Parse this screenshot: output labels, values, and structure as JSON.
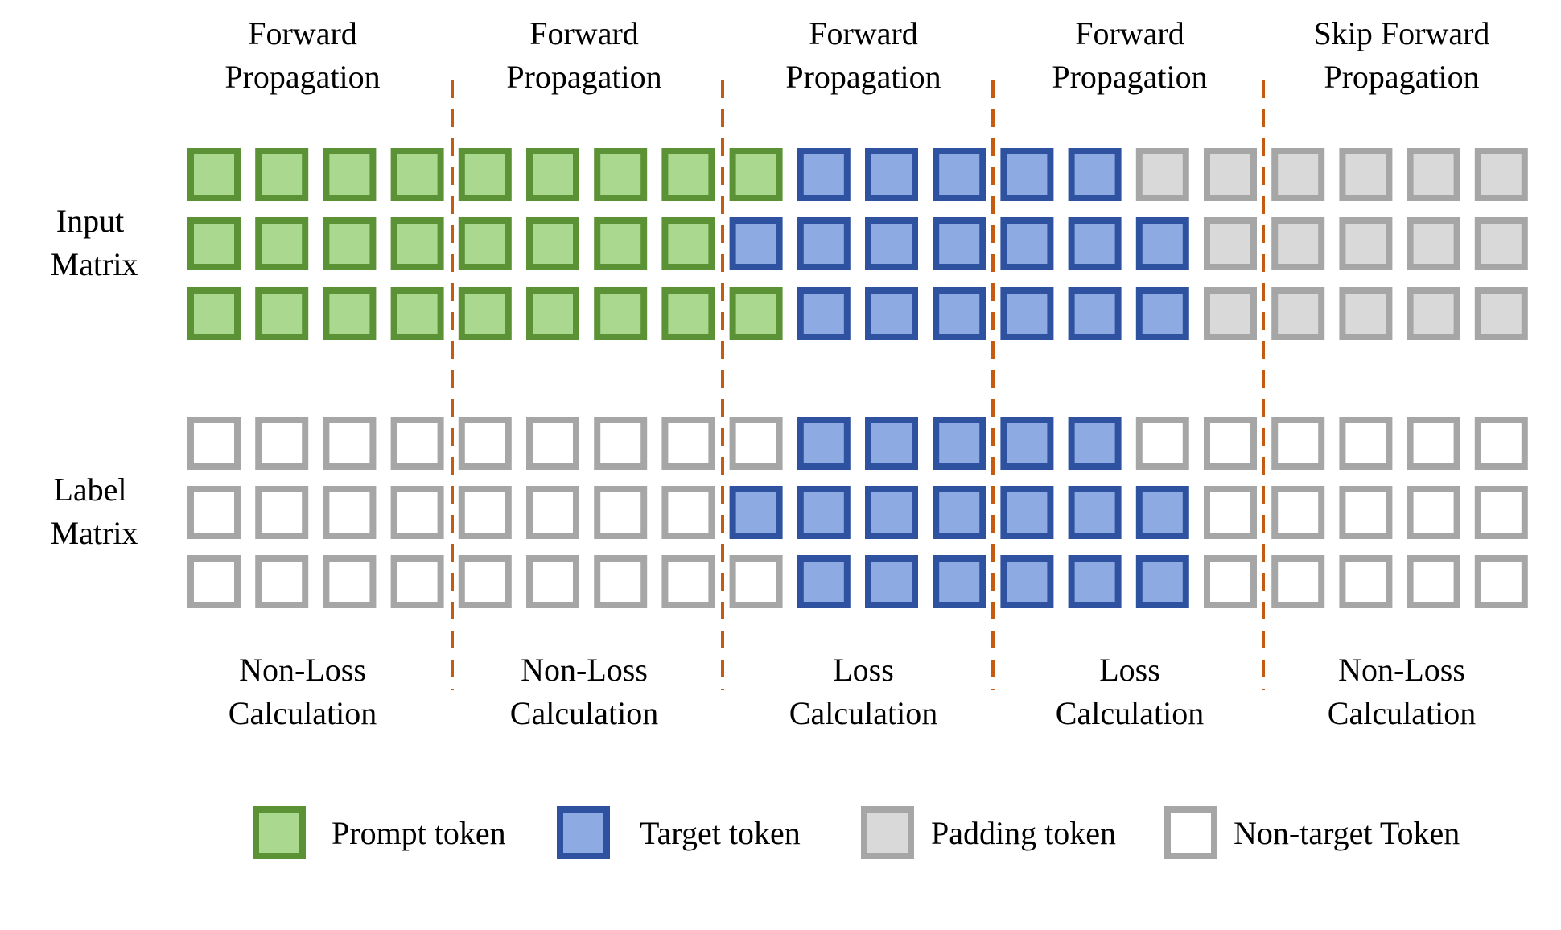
{
  "segments": [
    {
      "top": [
        "Forward",
        "Propagation"
      ],
      "bottom": [
        "Non-Loss",
        "Calculation"
      ]
    },
    {
      "top": [
        "Forward",
        "Propagation"
      ],
      "bottom": [
        "Non-Loss",
        "Calculation"
      ]
    },
    {
      "top": [
        "Forward",
        "Propagation"
      ],
      "bottom": [
        "Loss",
        "Calculation"
      ]
    },
    {
      "top": [
        "Forward",
        "Propagation"
      ],
      "bottom": [
        "Loss",
        "Calculation"
      ]
    },
    {
      "top": [
        "Skip Forward",
        "Propagation"
      ],
      "bottom": [
        "Non-Loss",
        "Calculation"
      ]
    }
  ],
  "row_labels": {
    "input": [
      "Input",
      "Matrix"
    ],
    "label": [
      "Label",
      "Matrix"
    ]
  },
  "token_types": {
    "P": {
      "name": "Prompt token",
      "fill": "#a9d88e",
      "stroke": "#5b9236"
    },
    "T": {
      "name": "Target token",
      "fill": "#8eaae3",
      "stroke": "#2f52a0"
    },
    "D": {
      "name": "Padding token",
      "fill": "#d9d9d9",
      "stroke": "#a6a6a6"
    },
    "N": {
      "name": "Non-target Token",
      "fill": "#ffffff",
      "stroke": "#a6a6a6"
    }
  },
  "legend_order": [
    "P",
    "T",
    "D",
    "N"
  ],
  "divider_color": "#c55a11",
  "input_matrix": [
    "PPPPPPPPPTTTTTDDDDDD",
    "PPPPPPPPTTTTTTTDDDDD",
    "PPPPPPPPPTTTTTTDDDDD"
  ],
  "label_matrix": [
    "NNNNNNNNNTTTTTNNNNNN",
    "NNNNNNNNTTTTTTTNNNNN",
    "NNNNNNNNNTTTTTTNNNNN"
  ]
}
